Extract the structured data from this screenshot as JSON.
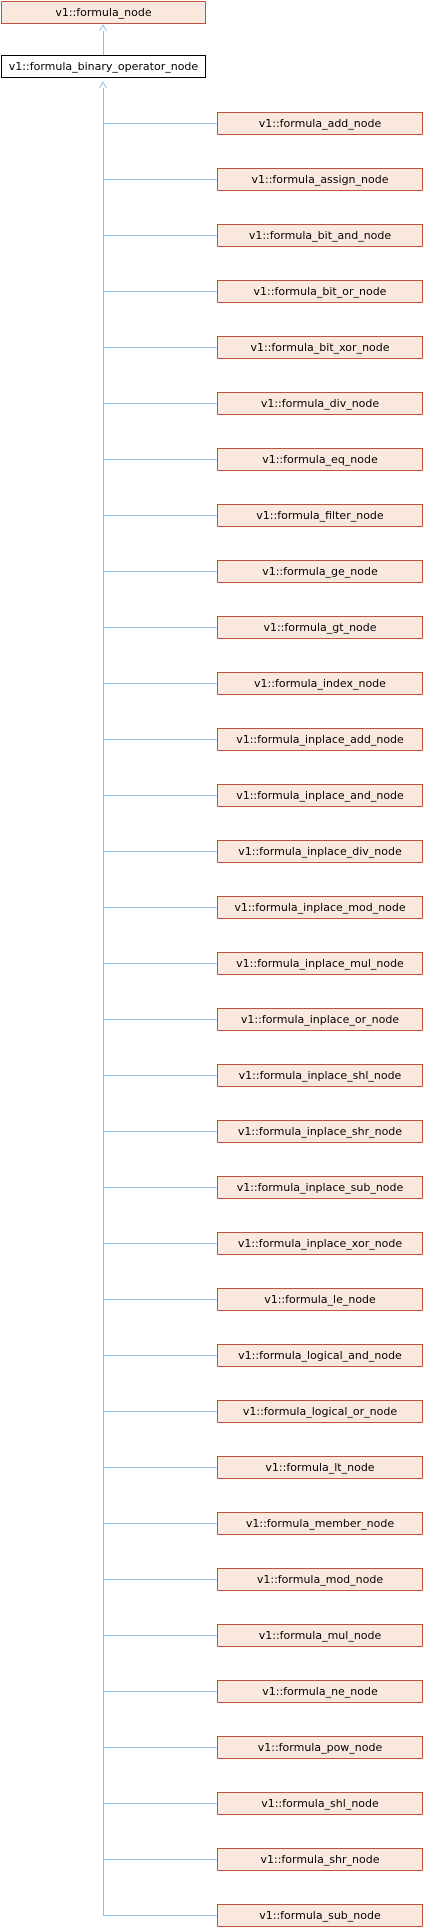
{
  "diagram": {
    "root": "v1::formula_node",
    "current": "v1::formula_binary_operator_node",
    "children": [
      "v1::formula_add_node",
      "v1::formula_assign_node",
      "v1::formula_bit_and_node",
      "v1::formula_bit_or_node",
      "v1::formula_bit_xor_node",
      "v1::formula_div_node",
      "v1::formula_eq_node",
      "v1::formula_filter_node",
      "v1::formula_ge_node",
      "v1::formula_gt_node",
      "v1::formula_index_node",
      "v1::formula_inplace_add_node",
      "v1::formula_inplace_and_node",
      "v1::formula_inplace_div_node",
      "v1::formula_inplace_mod_node",
      "v1::formula_inplace_mul_node",
      "v1::formula_inplace_or_node",
      "v1::formula_inplace_shl_node",
      "v1::formula_inplace_shr_node",
      "v1::formula_inplace_sub_node",
      "v1::formula_inplace_xor_node",
      "v1::formula_le_node",
      "v1::formula_logical_and_node",
      "v1::formula_logical_or_node",
      "v1::formula_lt_node",
      "v1::formula_member_node",
      "v1::formula_mod_node",
      "v1::formula_mul_node",
      "v1::formula_ne_node",
      "v1::formula_pow_node",
      "v1::formula_shl_node",
      "v1::formula_shr_node",
      "v1::formula_sub_node"
    ],
    "colors": {
      "node_fill": "#fbe9e0",
      "node_border": "#c3513b",
      "current_border": "#000000",
      "edge": "#8fc0e6"
    }
  }
}
